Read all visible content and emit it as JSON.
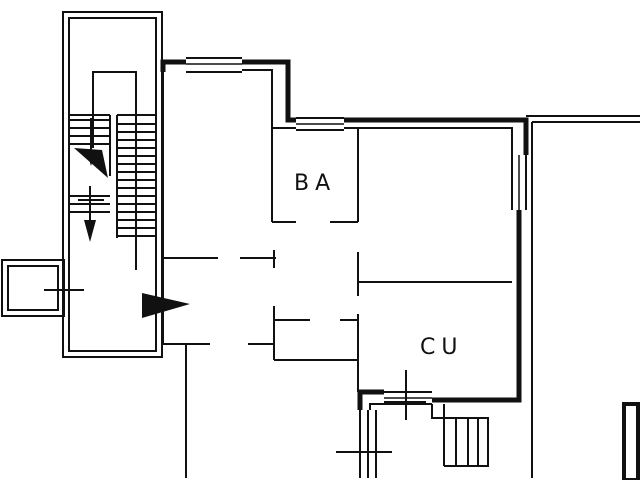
{
  "rooms": {
    "bathroom": {
      "label": "BA"
    },
    "kitchen": {
      "label": "CU"
    }
  },
  "colors": {
    "line": "#111111",
    "background": "#ffffff"
  },
  "icons": {
    "entrance_arrow": "triangle-right",
    "stair_up_arrow": "arrow-down",
    "stair_down_arrow": "arrow-down"
  }
}
